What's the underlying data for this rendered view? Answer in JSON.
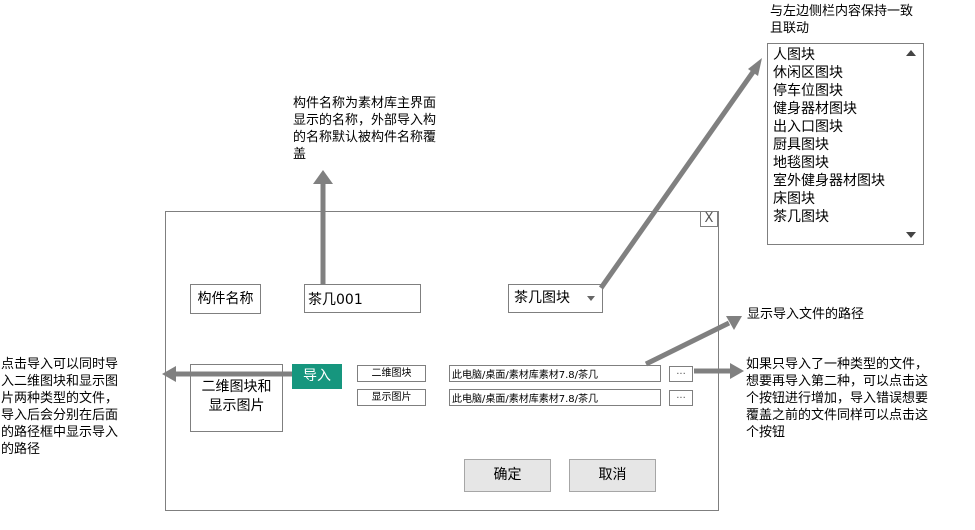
{
  "annotations": {
    "top_right": [
      "与左边侧栏内容保持一致",
      "且联动"
    ],
    "component_name": [
      "构件名称为素材库主界面",
      "显示的名称，外部导入构",
      "的名称默认被构件名称覆",
      "盖"
    ],
    "import_path": [
      "显示导入文件的路径"
    ],
    "import_left": [
      "点击导入可以同时导",
      "入二维图块和显示图",
      "片两种类型的文件，",
      "导入后会分别在后面",
      "的路径框中显示导入",
      "的路径"
    ],
    "browse_right": [
      "如果只导入了一种类型的文件，",
      "想要再导入第二种，可以点击这",
      "个按钮进行增加，导入错误想要",
      "覆盖之前的文件同样可以点击这",
      "个按钮"
    ]
  },
  "dialog": {
    "close_label": "X",
    "name_label": "构件名称",
    "name_value": "茶几001",
    "category_selected": "茶几图块",
    "category_options": [
      "人图块",
      "休闲区图块",
      "停车位图块",
      "健身器材图块",
      "出入口图块",
      "厨具图块",
      "地毯图块",
      "室外健身器材图块",
      "床图块",
      "茶几图块"
    ],
    "preview_label": [
      "二维图块和",
      "显示图片"
    ],
    "import_label": "导入",
    "block_label": "二维图块",
    "block_path": "此电脑/桌面/素材库素材7.8/茶几",
    "image_label": "显示图片",
    "image_path": "此电脑/桌面/素材库素材7.8/茶几",
    "browse_label": "...",
    "ok_label": "确定",
    "cancel_label": "取消"
  },
  "colors": {
    "import_button": "#16967e",
    "arrow": "#808080",
    "border": "#7f7f7f",
    "button_bg": "#e6e6e6"
  }
}
